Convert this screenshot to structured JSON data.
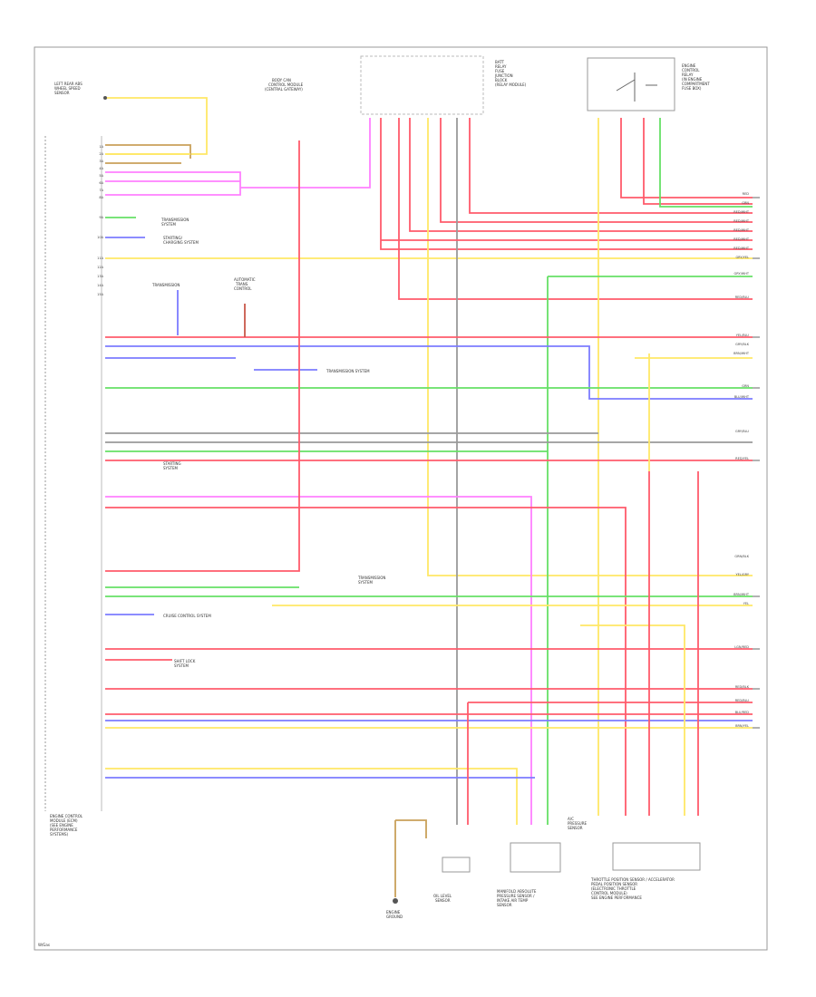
{
  "header": {
    "banner": ""
  },
  "labels": {
    "left_sensor": [
      "LEFT REAR ABS",
      "WHEEL SPEED",
      "SENSOR"
    ],
    "main_module": [
      "ENGINE CONTROL",
      "MODULE (ECM)",
      "(SEE ENGINE",
      "PERFORMANCE",
      "SYSTEMS)"
    ],
    "top_module": [
      "BODY CAN",
      "CONTROL MODULE",
      "(CENTRAL GATEWAY)"
    ],
    "fuse_block": [
      "BATT",
      "RELAY",
      "FUSE",
      "JUNCTION",
      "BLOCK",
      "(RELAY MODULE)"
    ],
    "relay": [
      "ENGINE",
      "CONTROL",
      "RELAY",
      "(IN ENGINE",
      "COMPARTMENT",
      "FUSE BOX)"
    ],
    "trans_top": "TRANSMISSION",
    "auto_trans": [
      "AUTOMATIC",
      "TRANS",
      "CONTROL"
    ],
    "trans_right": "TRANSMISSION SYSTEM",
    "trans_left1": [
      "TRANSMISSION",
      "SYSTEM"
    ],
    "trans_left2": [
      "STARTING/",
      "CHARGING SYSTEM"
    ],
    "trans_left3": [
      "STARTING",
      "SYSTEM"
    ],
    "trans_left4": [
      "TRANSMISSION",
      "SYSTEM"
    ],
    "cruise": "CRUISE CONTROL SYSTEM",
    "shift_lock": [
      "SHIFT LOCK",
      "SYSTEM"
    ],
    "bottom_sensor": [
      "A/C",
      "PRESSURE",
      "SENSOR"
    ],
    "oil_sensor": [
      "OIL LEVEL",
      "SENSOR"
    ],
    "map_sensor": [
      "MANIFOLD ABSOLUTE",
      "PRESSURE SENSOR /",
      "INTAKE AIR TEMP",
      "SENSOR"
    ],
    "ground": [
      "ENGINE",
      "GROUND"
    ],
    "throttle": [
      "THROTTLE POSITION SENSOR / ACCELERATOR",
      "PEDAL POSITION SENSOR",
      "(ELECTRONIC THROTTLE",
      "CONTROL MODULE)",
      "SEE ENGINE PERFORMANCE"
    ],
    "footer": "W/Gas"
  },
  "wires": {
    "left_pins": [
      "1A",
      "2A",
      "3A",
      "4A",
      "5A",
      "6A",
      "7A",
      "8A",
      "9A",
      "10A",
      "11A",
      "12A",
      "13A",
      "14A",
      "15A"
    ],
    "right_codes": [
      "RED",
      "GRN",
      "RED/WHT",
      "RED/WHT",
      "RED/WHT",
      "RED/WHT",
      "RED/WHT",
      "GRY/YEL",
      "GRY/WHT",
      "RED/BLU",
      "YEL/BLU",
      "GRY/BLK",
      "BRN/WHT",
      "GRN",
      "BLU/WHT",
      "GRY/BLU",
      "RED/YEL",
      "GRN/BLK",
      "YEL/GRY",
      "BRN/WHT",
      "YEL",
      "LGN/RED",
      "RED/BLK",
      "RED/BLU",
      "BLU/RED",
      "BRN/YEL"
    ]
  },
  "colors": {
    "red": "#ff5b6b",
    "pink": "#ff80ff",
    "yellow": "#ffe866",
    "green": "#66e066",
    "blue": "#7c7cff",
    "gray": "#9a9a9a",
    "tan": "#c9a05a",
    "darkred": "#c8584a"
  }
}
